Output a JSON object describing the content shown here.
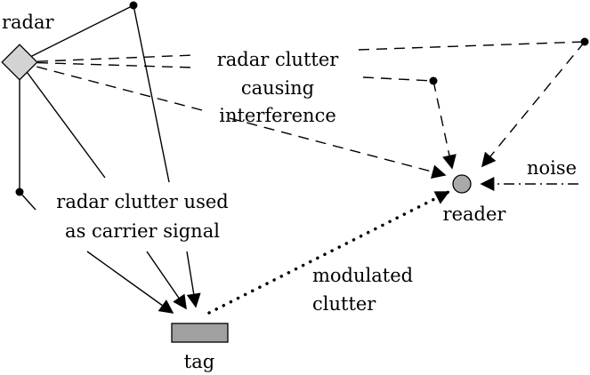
{
  "labels": {
    "radar": "radar",
    "clutter_interference": [
      "radar clutter",
      "causing",
      "interference"
    ],
    "clutter_carrier": [
      "radar clutter used",
      "as carrier signal"
    ],
    "modulated": [
      "modulated",
      "clutter"
    ],
    "noise": "noise",
    "reader": "reader",
    "tag": "tag"
  },
  "colors": {
    "radar_fill": "#d3d3d3",
    "reader_fill": "#a9a9a9",
    "tag_fill": "#a0a0a0",
    "ink": "#000000"
  }
}
